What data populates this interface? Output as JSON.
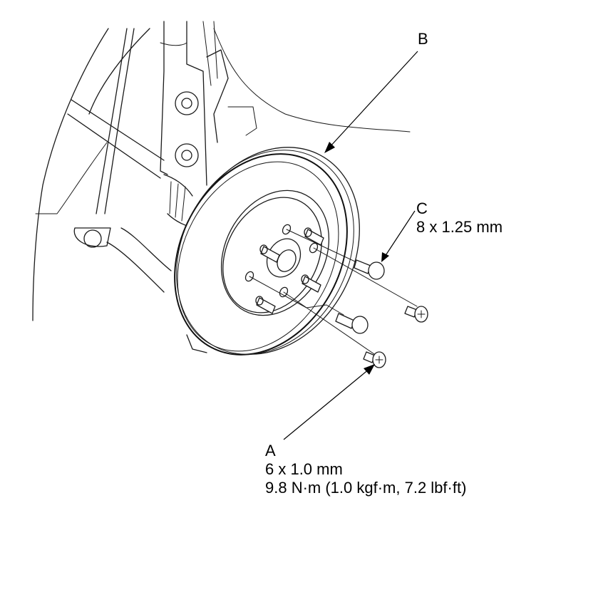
{
  "callouts": {
    "a": {
      "letter": "A",
      "size": "6 x 1.0 mm",
      "torque": "9.8 N·m (1.0 kgf·m, 7.2 lbf·ft)"
    },
    "b": {
      "letter": "B"
    },
    "c": {
      "letter": "C",
      "size": "8 x 1.25 mm"
    }
  },
  "colors": {
    "line": "#1a1a1a",
    "background": "#ffffff"
  }
}
